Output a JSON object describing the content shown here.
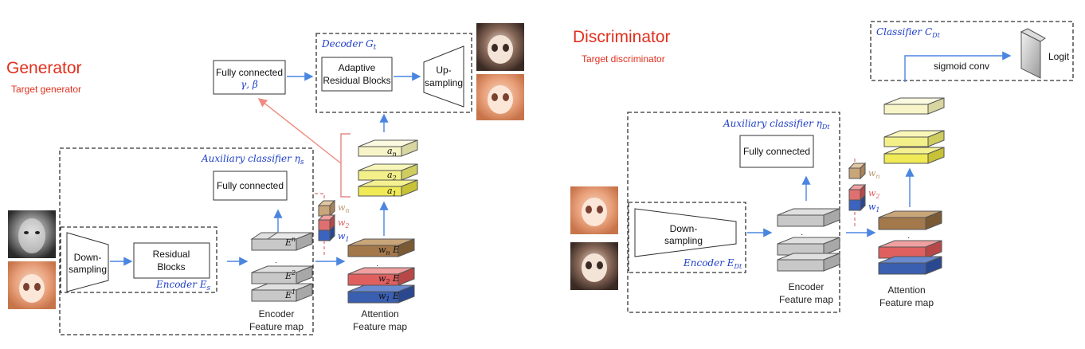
{
  "generator": {
    "title": "Generator",
    "subtitle": "Target generator",
    "decoder_label": "Decoder G",
    "decoder_sub": "t",
    "fc_top_line1": "Fully connected",
    "fc_top_line2": "γ, β",
    "adaptive_line1": "Adaptive",
    "adaptive_line2": "Residual Blocks",
    "upsampling_line1": "Up-",
    "upsampling_line2": "sampling",
    "aux_label": "Auxiliary classifier η",
    "aux_sub": "s",
    "fc_aux": "Fully connected",
    "downsampling_line1": "Down-",
    "downsampling_line2": "sampling",
    "residual_line1": "Residual",
    "residual_line2": "Blocks",
    "encoder_label": "Encoder E",
    "encoder_sub": "s",
    "enc_map_line1": "Encoder",
    "enc_map_line2": "Feature map",
    "att_map_line1": "Attention",
    "att_map_line2": "Feature map",
    "enc_layers": [
      "E",
      "E",
      "E"
    ],
    "enc_layer_sups": [
      "n",
      "2",
      "1"
    ],
    "att_layers": [
      "w",
      "w",
      "w"
    ],
    "att_layer_subs": [
      "n",
      "2",
      "1"
    ],
    "a_layers": [
      "a",
      "a",
      "a"
    ],
    "a_layer_subs": [
      "n",
      "2",
      "1"
    ],
    "weights": [
      "w",
      "w",
      "w"
    ],
    "weight_subs": [
      "n",
      "2",
      "1"
    ]
  },
  "discriminator": {
    "title": "Discriminator",
    "subtitle": "Target discriminator",
    "classifier_label": "Classifier C",
    "classifier_sub": "Dt",
    "sigmoid": "sigmoid conv",
    "logit": "Logit",
    "aux_label": "Auxiliary classifier η",
    "aux_sub": "Dt",
    "fc_aux": "Fully connected",
    "downsampling_line1": "Down-",
    "downsampling_line2": "sampling",
    "encoder_label": "Encoder E",
    "encoder_sub": "Dt",
    "enc_map_line1": "Encoder",
    "enc_map_line2": "Feature map",
    "att_map_line1": "Attention",
    "att_map_line2": "Feature map"
  },
  "colors": {
    "red_title": "#e0301e",
    "blue_text": "#1f3fc6",
    "arrow_blue": "#4a86e0",
    "arrow_red": "#f08a80",
    "layer_gray": "#c8c8c8",
    "layer_yellow": "#f3f08a",
    "layer_brown": "#a3784a",
    "layer_red": "#e06060",
    "layer_blue": "#3b5fb0",
    "cube_tan": "#c9a57a",
    "cube_red": "#e07070",
    "cube_blue": "#3b64c0"
  }
}
